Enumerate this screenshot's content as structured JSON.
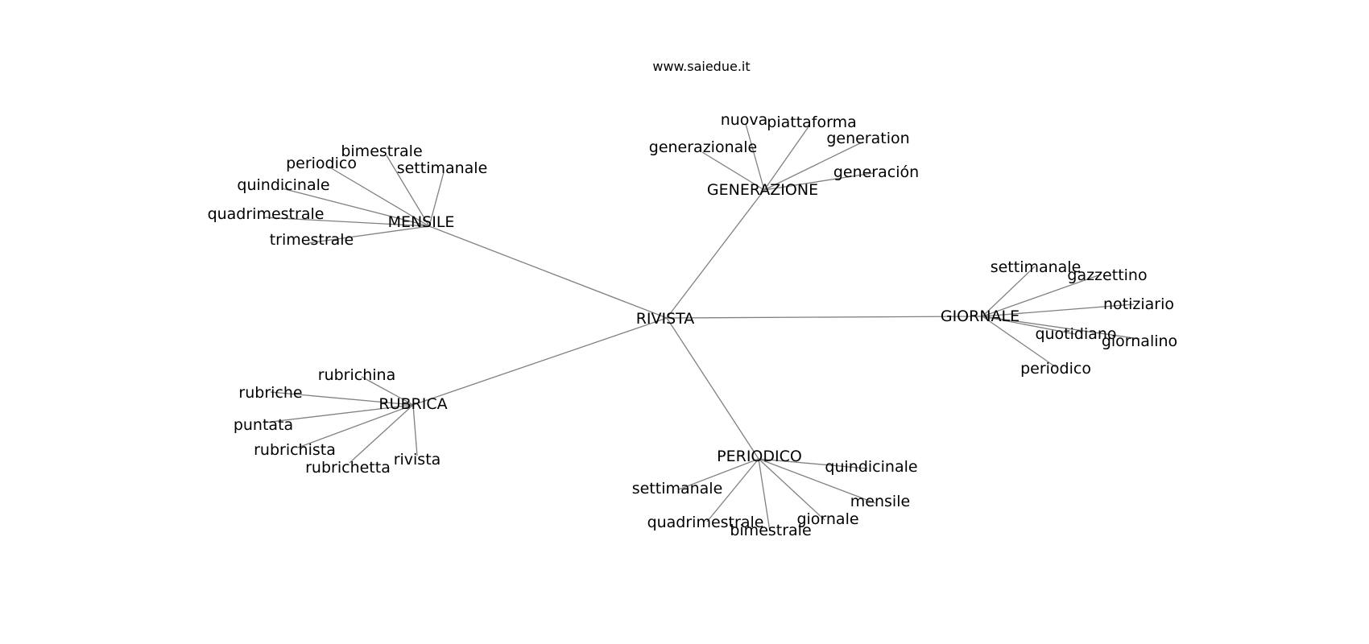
{
  "site": "www.saiedue.it",
  "graph": {
    "root": "RIVISTA",
    "hubs": [
      {
        "label": "MENSILE",
        "leaves": [
          "bimestrale",
          "periodico",
          "settimanale",
          "quindicinale",
          "quadrimestrale",
          "trimestrale"
        ]
      },
      {
        "label": "GENERAZIONE",
        "leaves": [
          "nuova",
          "piattaforma",
          "generazionale",
          "generation",
          "generación"
        ]
      },
      {
        "label": "GIORNALE",
        "leaves": [
          "settimanale",
          "gazzettino",
          "notiziario",
          "quotidiano",
          "giornalino",
          "periodico"
        ]
      },
      {
        "label": "RUBRICA",
        "leaves": [
          "rubrichina",
          "rubriche",
          "puntata",
          "rubrichista",
          "rubrichetta",
          "rivista"
        ]
      },
      {
        "label": "PERIODICO",
        "leaves": [
          "quindicinale",
          "settimanale",
          "mensile",
          "quadrimestrale",
          "bimestrale",
          "giornale"
        ]
      }
    ]
  }
}
